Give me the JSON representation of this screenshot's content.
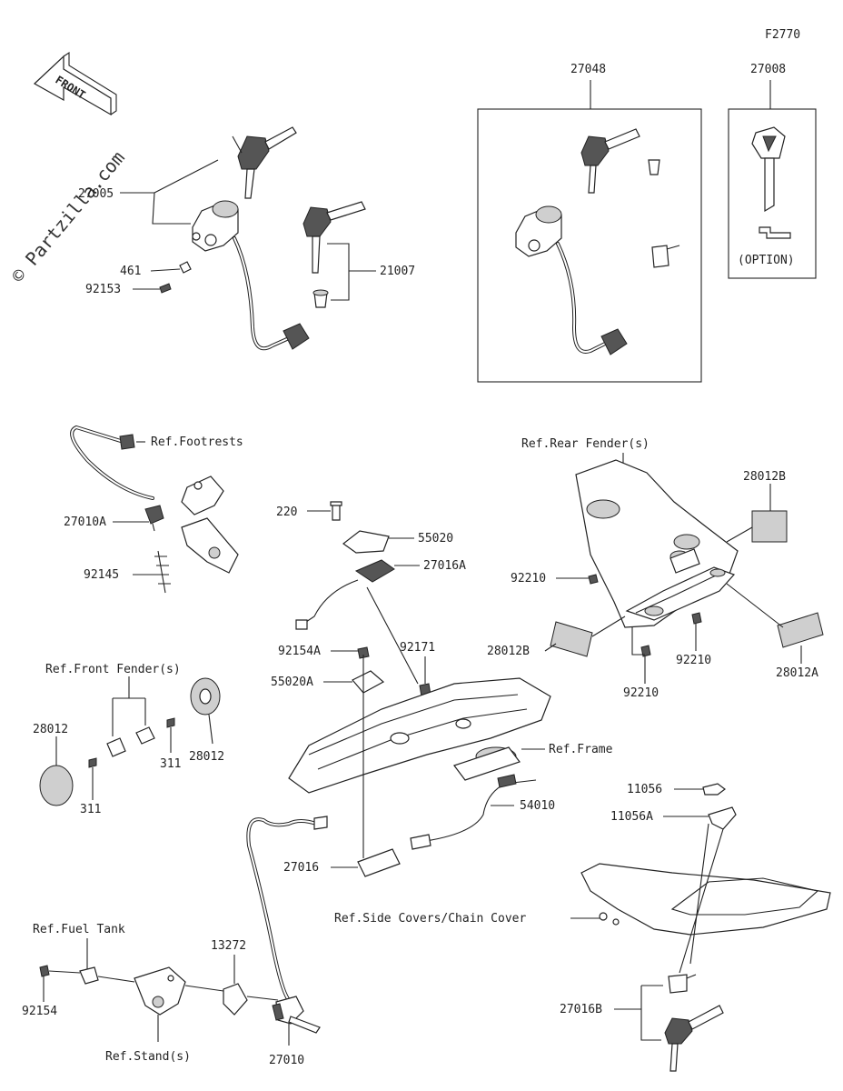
{
  "figure_code": "F2770",
  "watermark": "© Partzilla.com",
  "front_arrow": "FRONT",
  "option_box": {
    "label": "(OPTION)"
  },
  "part_labels": {
    "p27048": "27048",
    "p27008": "27008",
    "p27005": "27005",
    "p461": "461",
    "p92153": "92153",
    "p21007": "21007",
    "ref_footrests": "Ref.Footrests",
    "p27010A": "27010A",
    "p92145": "92145",
    "p220": "220",
    "p55020": "55020",
    "p27016A": "27016A",
    "ref_rear_fender": "Ref.Rear Fender(s)",
    "p28012B_top": "28012B",
    "p92210_left": "92210",
    "p28012B_left": "28012B",
    "p92210_mid": "92210",
    "p92210_bottom": "92210",
    "p28012A": "28012A",
    "p92171": "92171",
    "p92154A": "92154A",
    "p55020A": "55020A",
    "ref_frame": "Ref.Frame",
    "ref_front_fender": "Ref.Front Fender(s)",
    "p28012_left": "28012",
    "p28012_right": "28012",
    "p311_mid": "311",
    "p311_bottom": "311",
    "p54010": "54010",
    "p11056": "11056",
    "p11056A": "11056A",
    "p27016": "27016",
    "ref_side_covers": "Ref.Side Covers/Chain Cover",
    "ref_fuel_tank": "Ref.Fuel Tank",
    "p92154": "92154",
    "p13272": "13272",
    "ref_stand": "Ref.Stand(s)",
    "p27010": "27010",
    "p27016B": "27016B"
  }
}
